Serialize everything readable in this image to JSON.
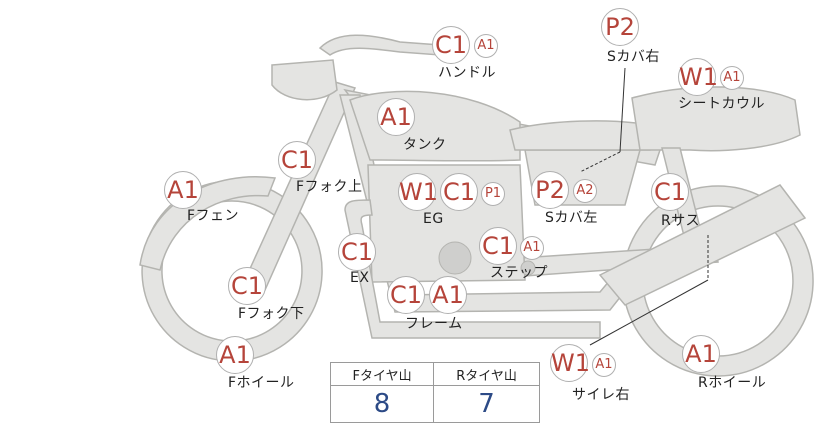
{
  "labels": {
    "handle": "ハンドル",
    "s_cover_right": "Sカバ右",
    "seat_cowl": "シートカウル",
    "tank": "タンク",
    "f_fork_upper": "Fフォク上",
    "f_fender": "Fフェン",
    "engine": "EG",
    "s_cover_left": "Sカバ左",
    "r_suspension": "Rサス",
    "exhaust": "EX",
    "step": "ステップ",
    "f_fork_lower": "Fフォク下",
    "frame": "フレーム",
    "f_wheel": "Fホイール",
    "muffler_right": "サイレ右",
    "r_wheel": "Rホイール"
  },
  "badges": {
    "handle": [
      "C1",
      "A1"
    ],
    "s_cover_right": [
      "P2"
    ],
    "seat_cowl": [
      "W1",
      "A1"
    ],
    "tank": [
      "A1"
    ],
    "f_fork_upper": [
      "C1"
    ],
    "f_fender": [
      "A1"
    ],
    "engine": [
      "W1",
      "C1",
      "P1"
    ],
    "s_cover_left": [
      "P2",
      "A2"
    ],
    "r_suspension": [
      "C1"
    ],
    "exhaust": [
      "C1"
    ],
    "step": [
      "C1",
      "A1"
    ],
    "f_fork_lower": [
      "C1"
    ],
    "frame": [
      "C1",
      "A1"
    ],
    "f_wheel": [
      "A1"
    ],
    "muffler_right": [
      "W1",
      "A1"
    ],
    "r_wheel": [
      "A1"
    ]
  },
  "tire_table": {
    "headers": [
      "Fタイヤ山",
      "Rタイヤ山"
    ],
    "values": [
      "8",
      "7"
    ]
  },
  "colors": {
    "badge_text": "#b5443a",
    "table_value": "#2c4a86",
    "part_fill": "#e4e4e2"
  }
}
